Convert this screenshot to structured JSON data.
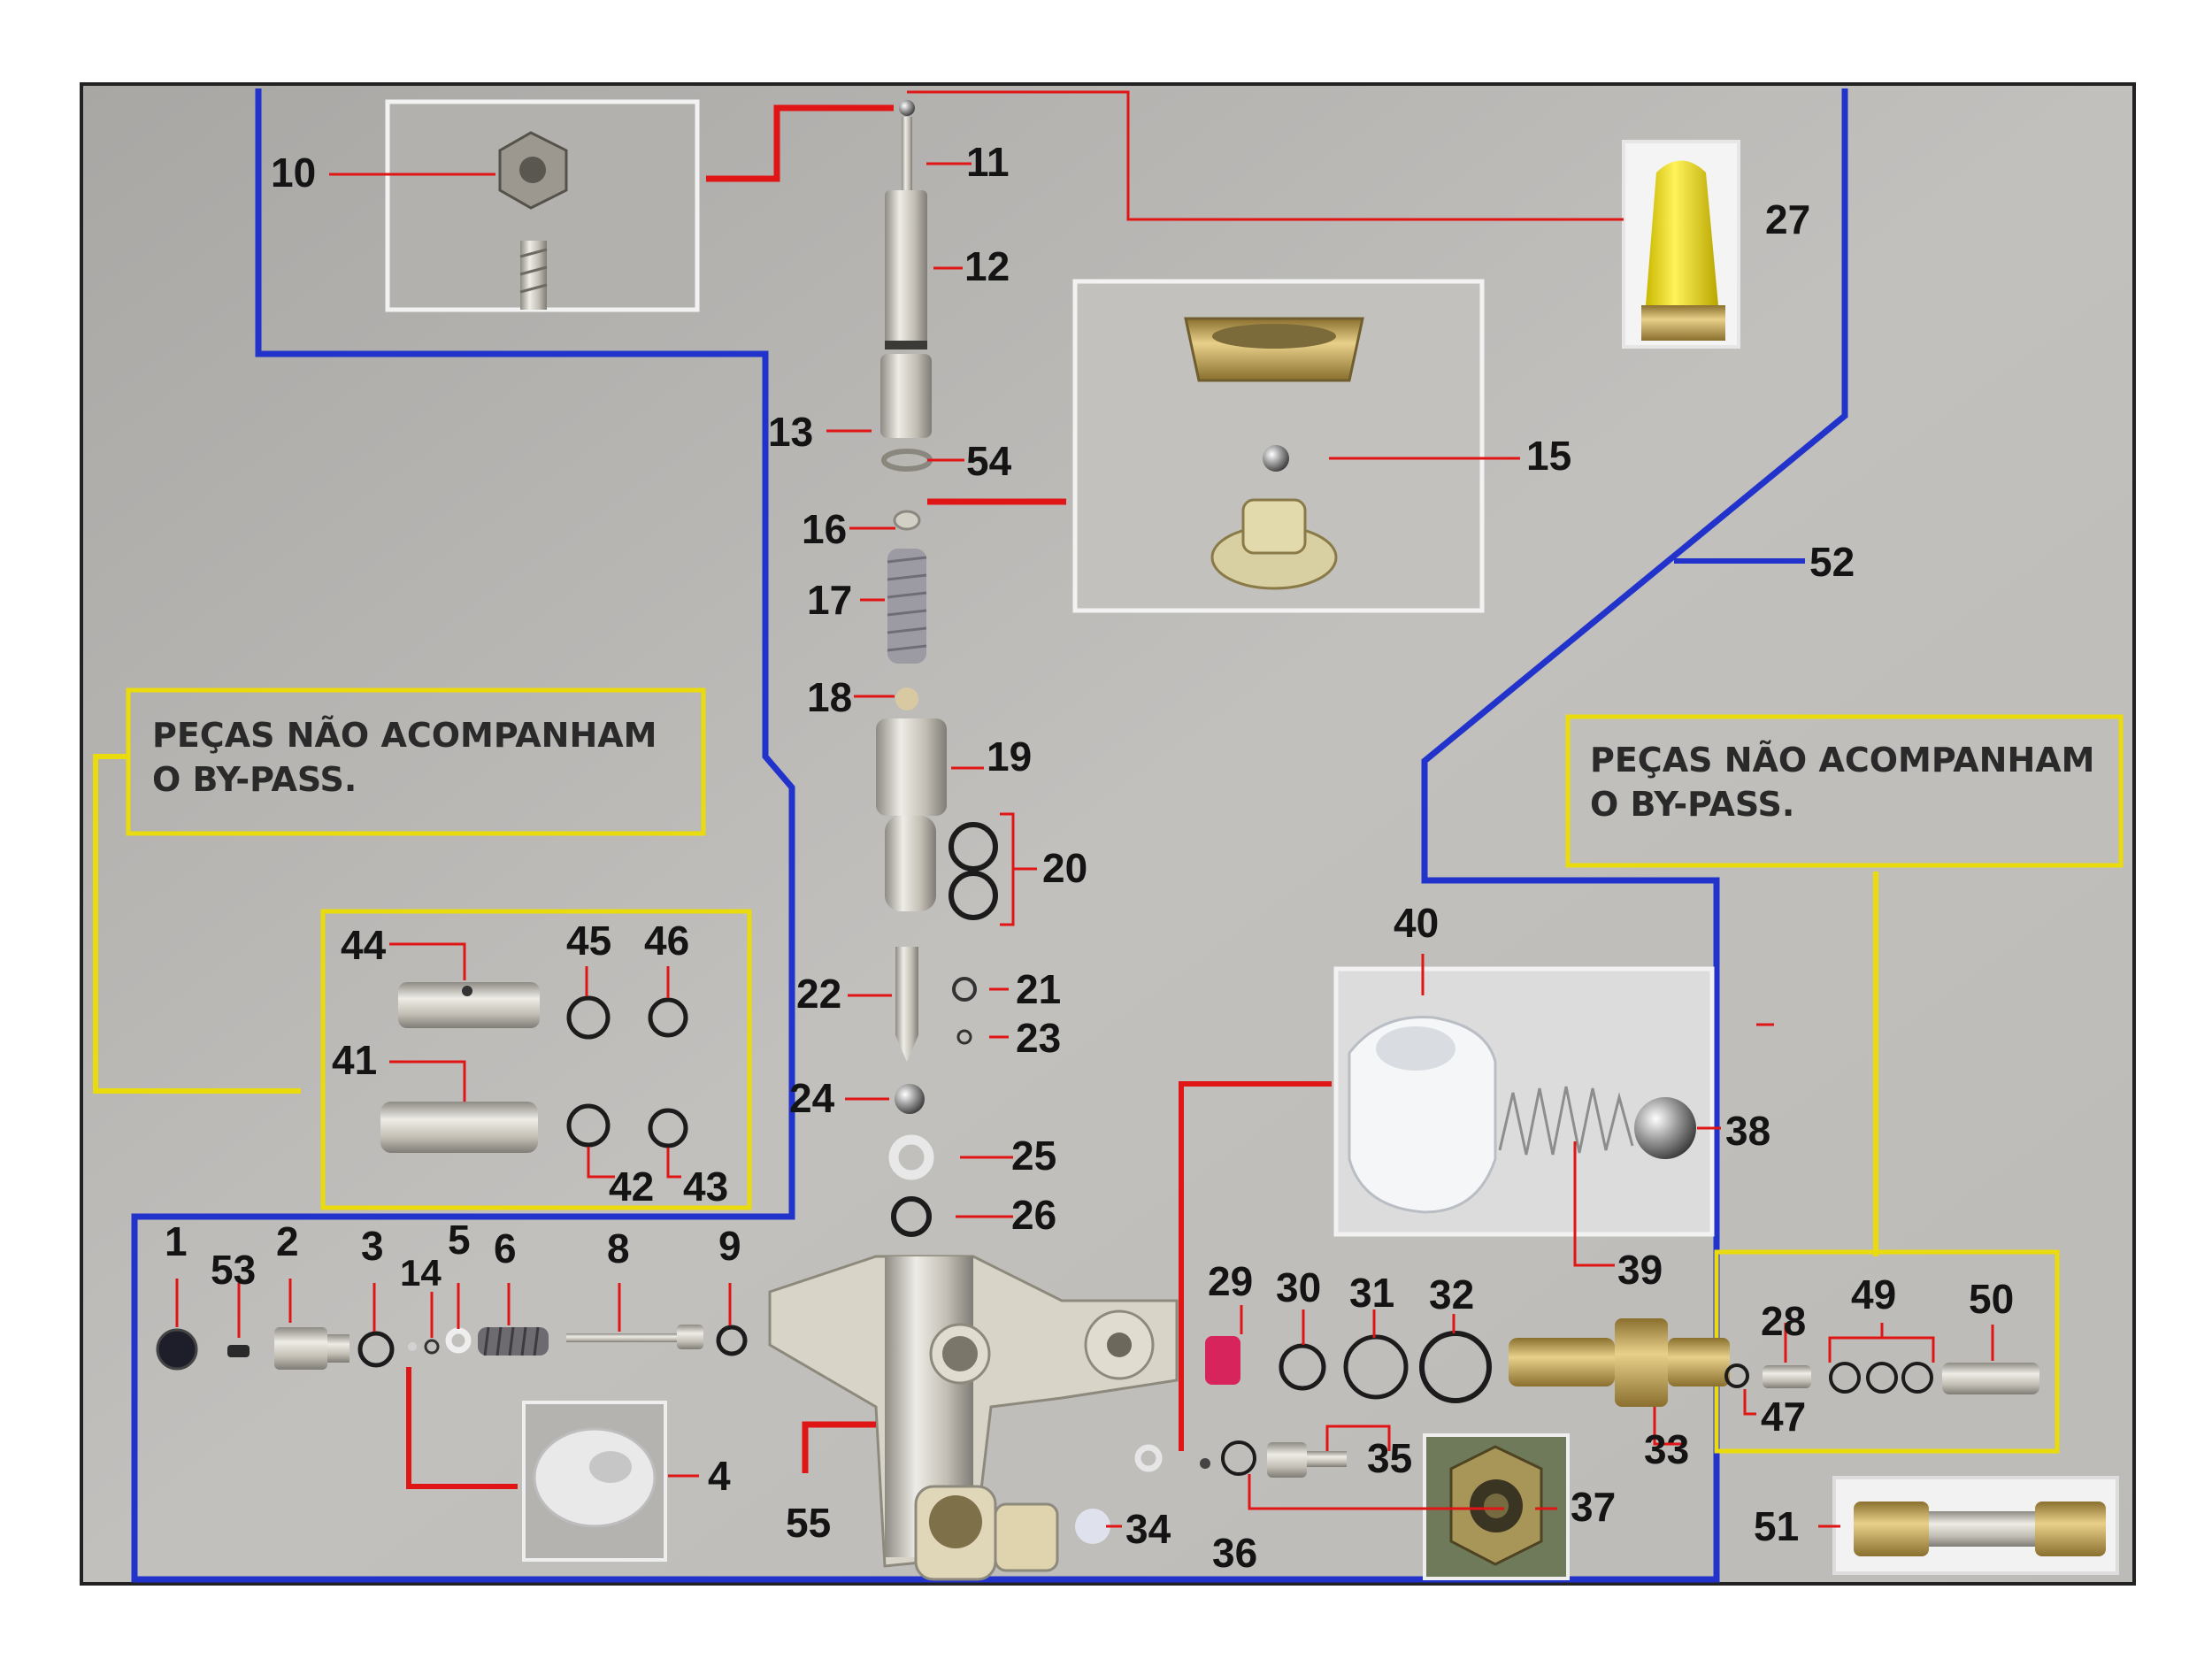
{
  "notes": {
    "left": {
      "line1": "PEÇAS NÃO ACOMPANHAM",
      "line2": "O  BY-PASS."
    },
    "right": {
      "line1": "PEÇAS NÃO ACOMPANHAM",
      "line2": "O BY-PASS."
    }
  },
  "colors": {
    "background": "#b9b7b4",
    "blue_outline": "#2233cc",
    "red_leader": "#e01515",
    "yellow_box": "#eadb0c",
    "brass": "#c8a850",
    "metal": "#c9c6be"
  },
  "labels": [
    {
      "id": "p1",
      "text": "1"
    },
    {
      "id": "p2",
      "text": "2"
    },
    {
      "id": "p3",
      "text": "3"
    },
    {
      "id": "p4",
      "text": "4"
    },
    {
      "id": "p5",
      "text": "5"
    },
    {
      "id": "p6",
      "text": "6"
    },
    {
      "id": "p8",
      "text": "8"
    },
    {
      "id": "p9",
      "text": "9"
    },
    {
      "id": "p10",
      "text": "10"
    },
    {
      "id": "p11",
      "text": "11"
    },
    {
      "id": "p12",
      "text": "12"
    },
    {
      "id": "p13",
      "text": "13"
    },
    {
      "id": "p14",
      "text": "14"
    },
    {
      "id": "p15",
      "text": "15"
    },
    {
      "id": "p16",
      "text": "16"
    },
    {
      "id": "p17",
      "text": "17"
    },
    {
      "id": "p18",
      "text": "18"
    },
    {
      "id": "p19",
      "text": "19"
    },
    {
      "id": "p20",
      "text": "20"
    },
    {
      "id": "p21",
      "text": "21"
    },
    {
      "id": "p22",
      "text": "22"
    },
    {
      "id": "p23",
      "text": "23"
    },
    {
      "id": "p24",
      "text": "24"
    },
    {
      "id": "p25",
      "text": "25"
    },
    {
      "id": "p26",
      "text": "26"
    },
    {
      "id": "p27",
      "text": "27"
    },
    {
      "id": "p28",
      "text": "28"
    },
    {
      "id": "p29",
      "text": "29"
    },
    {
      "id": "p30",
      "text": "30"
    },
    {
      "id": "p31",
      "text": "31"
    },
    {
      "id": "p32",
      "text": "32"
    },
    {
      "id": "p33",
      "text": "33"
    },
    {
      "id": "p34",
      "text": "34"
    },
    {
      "id": "p35",
      "text": "35"
    },
    {
      "id": "p36",
      "text": "36"
    },
    {
      "id": "p37",
      "text": "37"
    },
    {
      "id": "p38",
      "text": "38"
    },
    {
      "id": "p39",
      "text": "39"
    },
    {
      "id": "p40",
      "text": "40"
    },
    {
      "id": "p41",
      "text": "41"
    },
    {
      "id": "p42",
      "text": "42"
    },
    {
      "id": "p43",
      "text": "43"
    },
    {
      "id": "p44",
      "text": "44"
    },
    {
      "id": "p45",
      "text": "45"
    },
    {
      "id": "p46",
      "text": "46"
    },
    {
      "id": "p47",
      "text": "47"
    },
    {
      "id": "p49",
      "text": "49"
    },
    {
      "id": "p50",
      "text": "50"
    },
    {
      "id": "p51",
      "text": "51"
    },
    {
      "id": "p52",
      "text": "52"
    },
    {
      "id": "p53",
      "text": "53"
    },
    {
      "id": "p54",
      "text": "54"
    },
    {
      "id": "p55",
      "text": "55"
    }
  ]
}
